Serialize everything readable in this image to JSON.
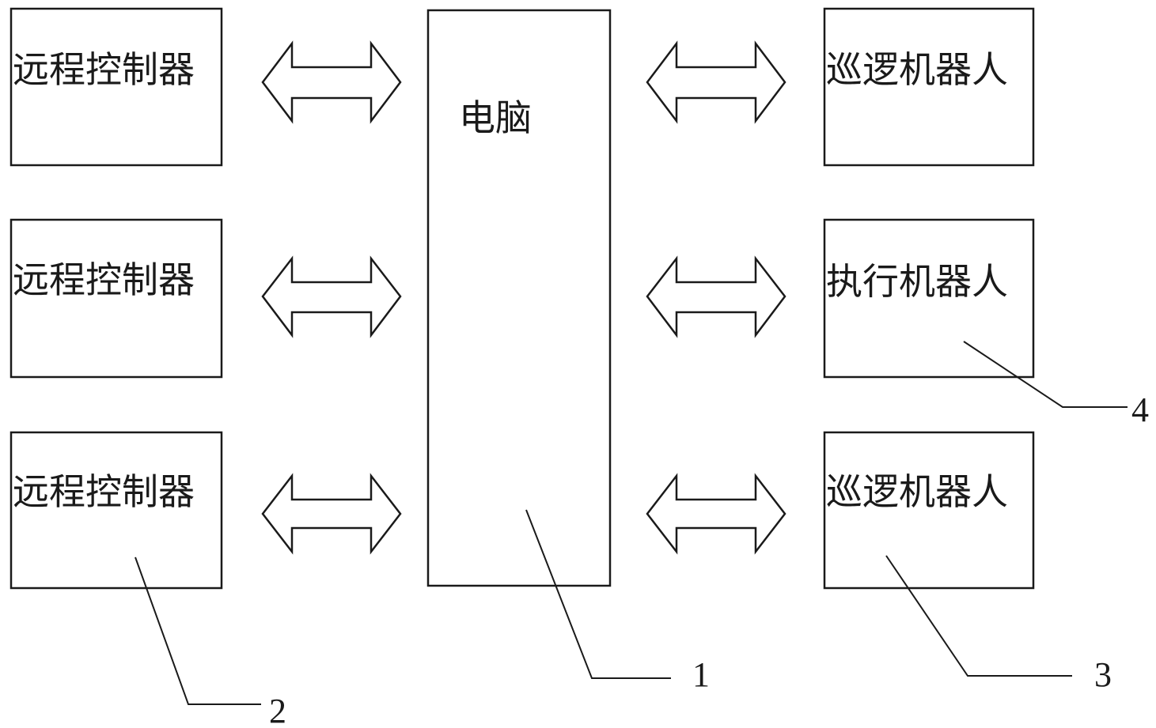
{
  "left_boxes": [
    {
      "label": "远程控制器"
    },
    {
      "label": "远程控制器"
    },
    {
      "label": "远程控制器"
    }
  ],
  "center_box": {
    "label": "电脑"
  },
  "right_boxes": [
    {
      "label": "巡逻机器人"
    },
    {
      "label": "执行机器人"
    },
    {
      "label": "巡逻机器人"
    }
  ],
  "reference_numbers": {
    "computer": "1",
    "remote_controller": "2",
    "patrol_robot": "3",
    "execution_robot": "4"
  }
}
